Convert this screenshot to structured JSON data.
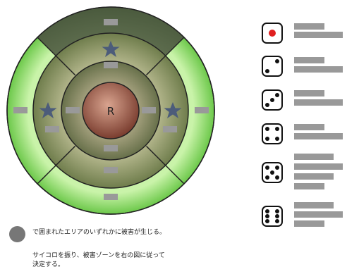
{
  "center_label": "R",
  "legend_note": "で囲まれたエリアのいずれかに被害が生じる。",
  "instruction_line1": "サイコロを振り、被害ゾーンを右の図に従って",
  "instruction_line2": "決定する。",
  "dice_faces": [
    1,
    2,
    3,
    4,
    5,
    6
  ],
  "colors": {
    "outer_green": "#8fdc6c",
    "top_dark": "#5a6b48",
    "mid_olive": "#7d8e59",
    "inner_olive": "#6f7650",
    "center_brown": "#8d4a3c",
    "star": "#4c5c7a",
    "placeholder_bar": "#999999",
    "die_pip": "#111111",
    "die_one_pip": "#e02020"
  }
}
